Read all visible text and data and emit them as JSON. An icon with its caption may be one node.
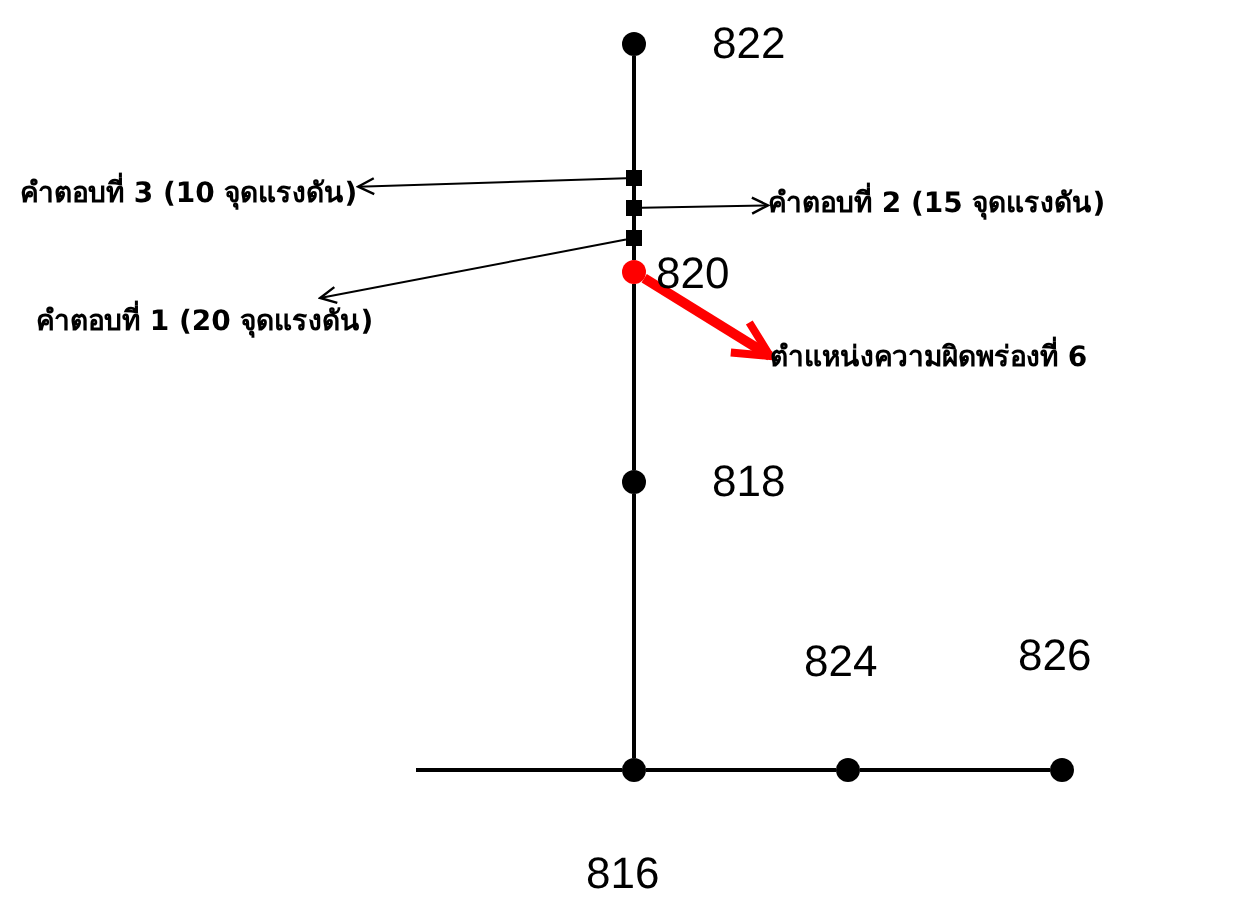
{
  "diagram": {
    "nodes": [
      {
        "text": [],
        "shape": "circle",
        "beside": [
          "822"
        ]
      },
      {
        "text": [
          "คำตอบที่ 3 (10 จุดแรงดัน)"
        ]
      },
      {
        "text": [],
        "shape": "box"
      },
      {
        "text": [],
        "shape": "box"
      },
      {
        "text": [
          "คำตอบที่ 2 (15 จุดแรงดัน)"
        ]
      },
      {
        "text": [],
        "shape": "box"
      },
      {
        "text": [
          "คำตอบที่ 1 (20 จุดแรงดัน)"
        ]
      },
      {
        "text": [],
        "shape": "circle",
        "beside": [
          "820"
        ]
      },
      {
        "text": [
          "ตำแหน่งความผิดพร่องที่ 6"
        ]
      },
      {
        "text": [],
        "shape": "circle",
        "beside": [
          "818"
        ]
      },
      {
        "text": [],
        "shape": "circle",
        "beside": [
          "824"
        ]
      },
      {
        "text": [],
        "shape": "circle",
        "beside": [
          "826"
        ]
      },
      {
        "text": [],
        "shape": "circle",
        "beside": [
          "816"
        ]
      }
    ],
    "edges": [
      {
        "from": 0,
        "to": 2,
        "arrow": "none"
      },
      {
        "from": 2,
        "to": 3,
        "arrow": "none"
      },
      {
        "from": 3,
        "to": 5,
        "arrow": "none"
      },
      {
        "from": 5,
        "to": 7,
        "arrow": "none"
      },
      {
        "from": 7,
        "to": 9,
        "arrow": "none"
      },
      {
        "from": 9,
        "to": 12,
        "arrow": "none"
      },
      {
        "from": 12,
        "to": 10,
        "arrow": "none"
      },
      {
        "from": 10,
        "to": 11,
        "arrow": "none"
      },
      {
        "from": null,
        "to": 12,
        "arrow": "none"
      },
      {
        "from": 2,
        "to": 1,
        "arrow": "to"
      },
      {
        "from": 3,
        "to": 4,
        "arrow": "to"
      },
      {
        "from": 5,
        "to": 6,
        "arrow": "to"
      },
      {
        "from": 7,
        "to": 8,
        "arrow": "to",
        "style": "thick",
        "color": "#ff0000"
      }
    ]
  }
}
